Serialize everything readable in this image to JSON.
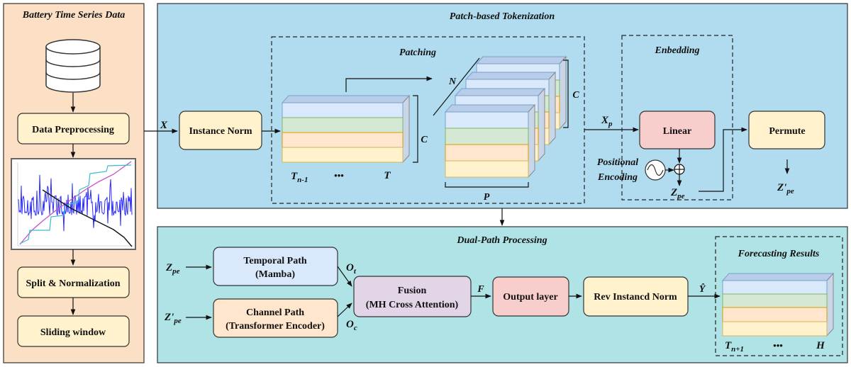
{
  "left_panel": {
    "title": "Battery Time Series Data",
    "steps": [
      "Data Preprocessing",
      "Split & Normalization",
      "Sliding window"
    ]
  },
  "tokenization": {
    "title": "Patch-based Tokenization",
    "input_var": "X",
    "instance_norm": "Instance Norm",
    "patching": {
      "title": "Patching",
      "axis_c": "C",
      "t_start": "T",
      "t_start_sub": "n-1",
      "dots": "•••",
      "t_end": "T",
      "n_label": "N",
      "stack_c": "C",
      "p_label": "P"
    },
    "embedding": {
      "title": "Enbedding",
      "xp": "X",
      "xp_sub": "p",
      "linear": "Linear",
      "positional_1": "Positional",
      "positional_2": "Encoding",
      "zpe": "Z",
      "zpe_sub": "pe"
    },
    "permute": "Permute",
    "zpe_prime": "Z'",
    "zpe_prime_sub": "pe"
  },
  "dual_path": {
    "title": "Dual-Path Processing",
    "input_top": "Z",
    "input_top_sub": "pe",
    "input_bottom": "Z'",
    "input_bottom_sub": "pe",
    "temporal_1": "Temporal Path",
    "temporal_2": "(Mamba)",
    "channel_1": "Channel Path",
    "channel_2": "(Transformer Encoder)",
    "ot": "O",
    "ot_sub": "t",
    "oc": "O",
    "oc_sub": "c",
    "fusion_1": "Fusion",
    "fusion_2": "(MH Cross Attention)",
    "f_label": "F",
    "output_layer": "Output layer",
    "rev_norm": "Rev Instancd Norm",
    "y_hat": "Ŷ",
    "forecast": {
      "title": "Forecasting Results",
      "t_start": "T",
      "t_start_sub": "n+1",
      "dots": "•••",
      "h": "H"
    }
  },
  "colors": {
    "left_panel": "#fbe0c6",
    "top_panel": "#b1dcef",
    "bottom_panel": "#b0e3e6",
    "box_yellow": "#fff2cc",
    "box_blue": "#dae8fc",
    "box_orange": "#ffe6cc",
    "box_purple": "#e1d5e7",
    "box_red": "#f8cecc",
    "layer_blue": "#dae8fc",
    "layer_green": "#d5e8d4",
    "layer_orange": "#ffe6cc",
    "layer_yellow": "#fff2cc"
  }
}
